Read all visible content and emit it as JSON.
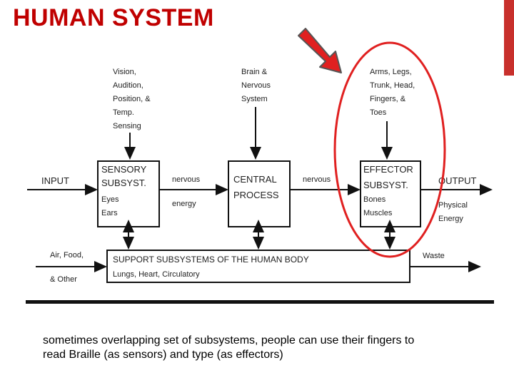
{
  "title": "HUMAN SYSTEM",
  "diagram": {
    "inputs_top": {
      "sensing": [
        "Vision,",
        "Audition,",
        "Position, &",
        "Temp.",
        "Sensing"
      ],
      "brain": [
        "Brain &",
        "Nervous",
        "System"
      ],
      "effectors": [
        "Arms, Legs,",
        "Trunk, Head,",
        "Fingers, &",
        "Toes"
      ]
    },
    "input_label": "INPUT",
    "output_label": "OUTPUT",
    "sensory_box": [
      "SENSORY",
      "SUBSYST.",
      "Eyes",
      "Ears"
    ],
    "central_box": [
      "CENTRAL",
      "PROCESS"
    ],
    "effector_box": [
      "EFFECTOR",
      "SUBSYST.",
      "Bones",
      "Muscles"
    ],
    "link1": [
      "nervous",
      "energy"
    ],
    "link2": "nervous",
    "physical_energy": [
      "Physical",
      "Energy"
    ],
    "support_box": [
      "SUPPORT SUBSYSTEMS OF THE HUMAN BODY",
      "Lungs, Heart, Circulatory"
    ],
    "support_inputs": [
      "Air, Food,",
      "& Other"
    ],
    "waste_label": "Waste"
  },
  "caption": [
    "sometimes overlapping set of subsystems, people can use their fingers to",
    "read Braille (as sensors) and type (as effectors)"
  ],
  "colors": {
    "title": "#c00000",
    "highlight": "#e02020",
    "accent": "#c8302c"
  }
}
